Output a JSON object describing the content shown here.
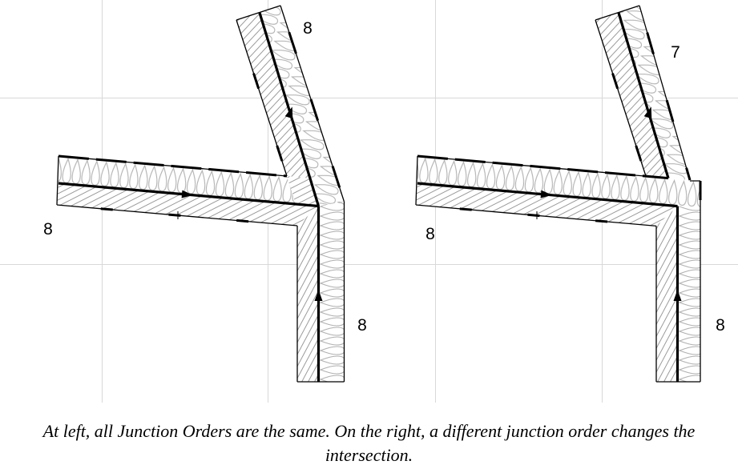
{
  "caption": {
    "line1": "At left, all Junction Orders are the same. On the right, a different junction order changes the",
    "line2": "intersection."
  },
  "diagrams": {
    "left": {
      "junction_orders": {
        "horizontal_wall": "8",
        "diagonal_wall": "8",
        "vertical_wall": "8"
      }
    },
    "right": {
      "junction_orders": {
        "horizontal_wall": "8",
        "diagonal_wall": "7",
        "vertical_wall": "8"
      }
    }
  },
  "colors": {
    "grid": "#d8d8d8",
    "outline": "#000000",
    "hatch_lines": "#9b9b9b",
    "insulation_lines": "#b0b0b0",
    "background": "#ffffff"
  }
}
